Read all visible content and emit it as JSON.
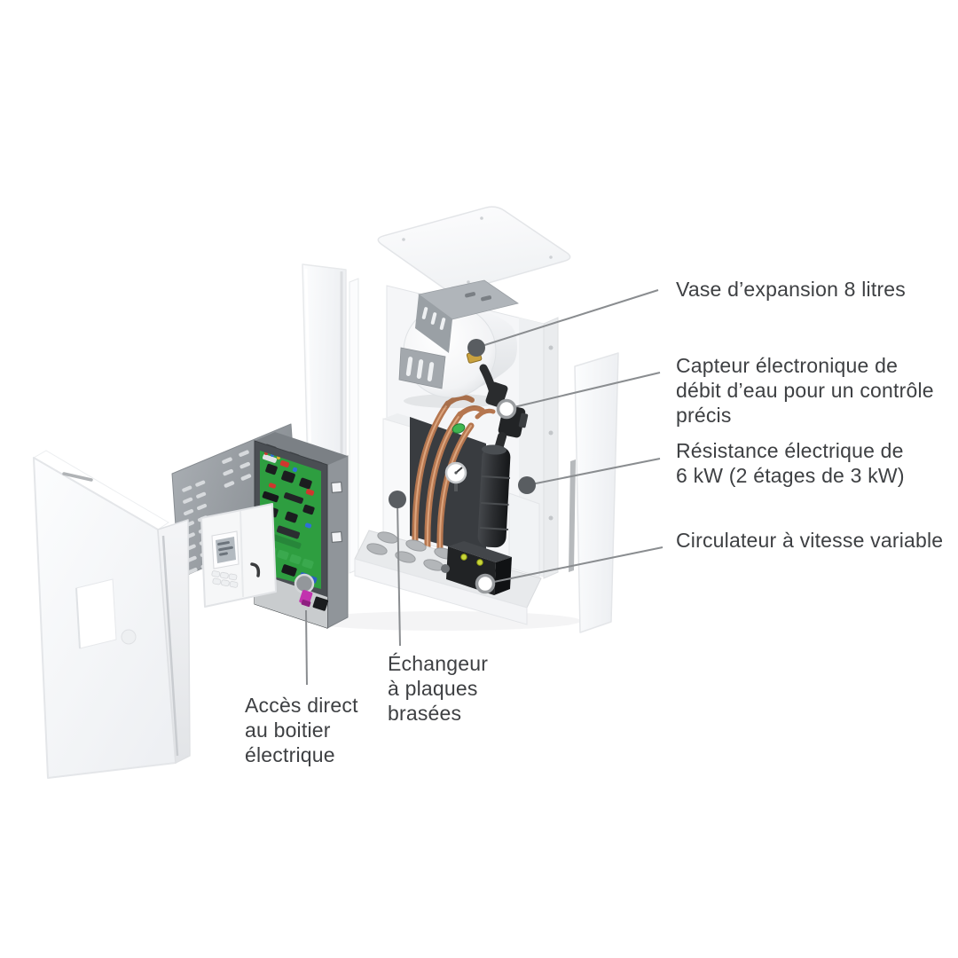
{
  "figure": {
    "background": "#ffffff",
    "kind": "exploded-product-callout-diagram"
  },
  "callouts": [
    {
      "id": "vase-expansion",
      "text": "Vase d’expansion 8 litres",
      "lines": [
        "Vase d’expansion 8 litres"
      ],
      "marker": "filled-dot"
    },
    {
      "id": "capteur-debit",
      "text": "Capteur électronique de débit d’eau pour un contrôle précis",
      "lines": [
        "Capteur électronique de",
        "débit d’eau pour un contrôle",
        "précis"
      ],
      "marker": "ring-dot"
    },
    {
      "id": "resistance-electrique",
      "text": "Résistance électrique de 6 kW (2 étages de 3 kW)",
      "lines": [
        "Résistance électrique de",
        "6 kW (2 étages de 3 kW)"
      ],
      "marker": "filled-dot"
    },
    {
      "id": "circulateur",
      "text": "Circulateur à vitesse variable",
      "lines": [
        "Circulateur à vitesse variable"
      ],
      "marker": "ring-dot"
    },
    {
      "id": "echangeur-plaques",
      "text": "Échangeur à plaques brasées",
      "lines": [
        "Échangeur",
        "à plaques",
        "brasées"
      ],
      "marker": "filled-dot"
    },
    {
      "id": "acces-boitier",
      "text": "Accès direct au boitier électrique",
      "lines": [
        "Accès direct",
        "au boitier",
        "électrique"
      ],
      "marker": "ring-dot"
    }
  ],
  "colors": {
    "label_text": "#3e4043",
    "callout_line": "#8a8d90",
    "marker_filled": "#595d61",
    "marker_ring_stroke": "#9a9da0",
    "pcb_green": "#2e9e40",
    "copper_pipe": "#b5764f",
    "magenta_connector": "#c233ae",
    "panel_white": "#fafbfc",
    "bracket_gray": "#9aa0a6"
  },
  "illustration": {
    "parts": [
      "top-cover-plate",
      "front-door-panel",
      "left-side-panel",
      "mounting-bracket",
      "control-display",
      "electrical-box-pcb",
      "chassis-back-panel",
      "expansion-vessel",
      "plate-heat-exchanger",
      "copper-pipes",
      "flow-sensor-valves",
      "resistance-cylinder",
      "pressure-gauge",
      "base-plate",
      "circulator-pump",
      "right-side-panel"
    ]
  }
}
